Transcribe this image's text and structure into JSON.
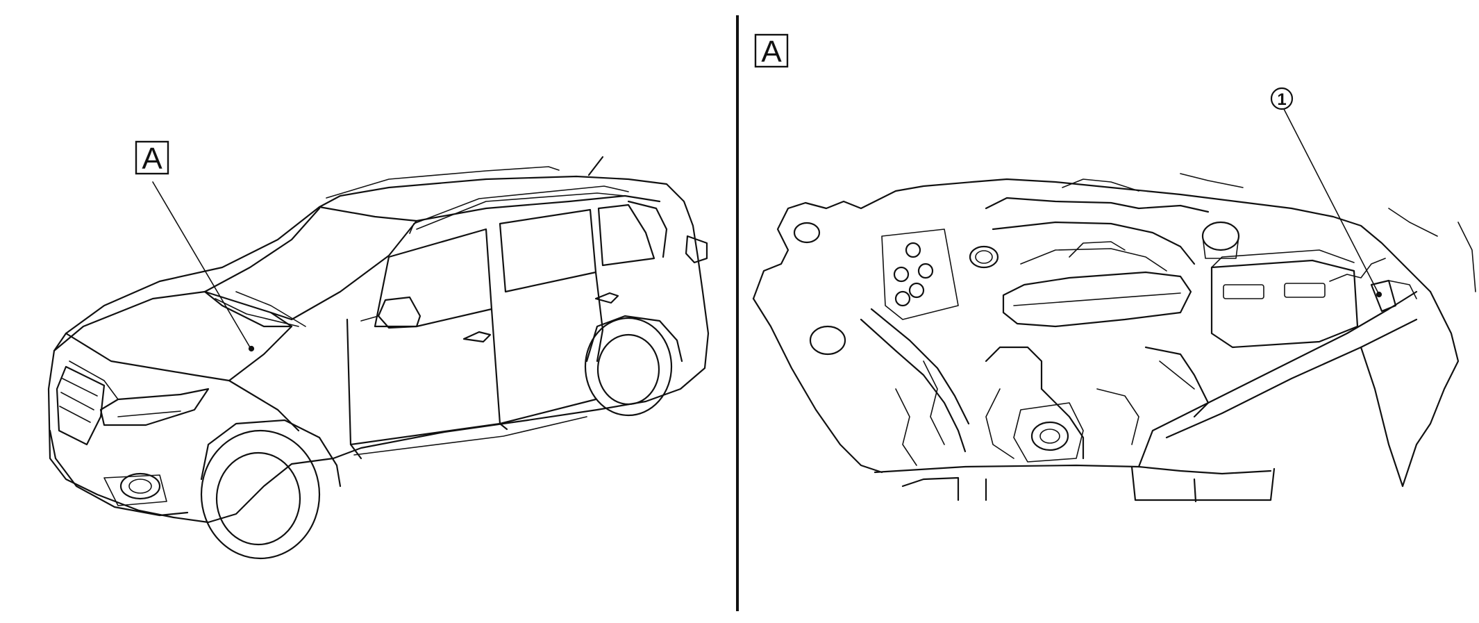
{
  "callouts": {
    "left_view_label": "A",
    "right_view_label": "A",
    "component_number": "1"
  }
}
